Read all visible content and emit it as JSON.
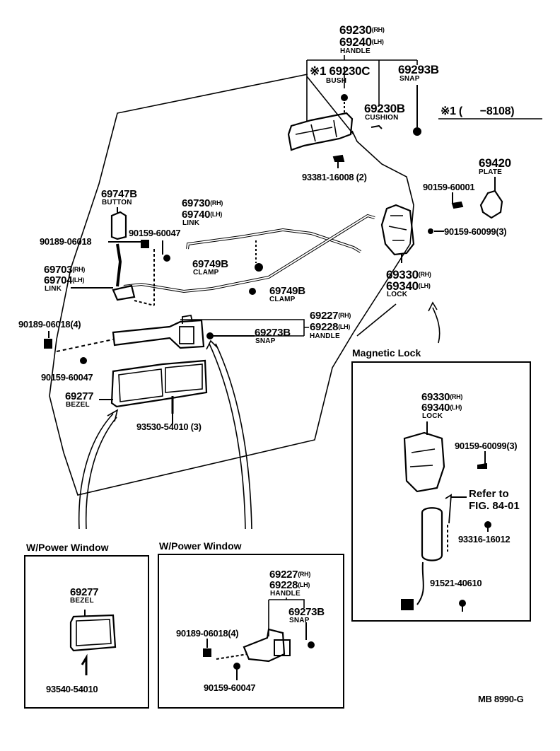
{
  "diagram": {
    "code": "MB 8990-G",
    "note": {
      "mark": "※1",
      "range": "(      −8108)"
    },
    "parts": {
      "outer_handle": {
        "rh": "69230",
        "lh": "69240",
        "sfx_rh": "(RH)",
        "sfx_lh": "(LH)",
        "name": "HANDLE"
      },
      "bush": {
        "number": "※1 69230C",
        "name": "BUSH"
      },
      "cushion": {
        "number": "69230B",
        "name": "CUSHION"
      },
      "snap_top": {
        "number": "69293B",
        "name": "SNAP"
      },
      "screw_handle": {
        "number": "93381-16008 (2)"
      },
      "plate": {
        "number": "69420",
        "name": "PLATE"
      },
      "screw_plate": {
        "number": "90159-60001"
      },
      "screw_lock": {
        "number": "90159-60099(3)"
      },
      "lock": {
        "rh": "69330",
        "lh": "69340",
        "sfx_rh": "(RH)",
        "sfx_lh": "(LH)",
        "name": "LOCK"
      },
      "button": {
        "number": "69747B",
        "name": "BUTTON"
      },
      "link_upper": {
        "rh": "69730",
        "lh": "69740",
        "sfx_rh": "(RH)",
        "sfx_lh": "(LH)",
        "name": "LINK"
      },
      "clip_button": {
        "number": "90189-06018"
      },
      "screw_button": {
        "number": "90159-60047"
      },
      "clamp_1": {
        "number": "69749B",
        "name": "CLAMP"
      },
      "clamp_2": {
        "number": "69749B",
        "name": "CLAMP"
      },
      "link_lower": {
        "rh": "69703",
        "lh": "69704",
        "sfx_rh": "(RH)",
        "sfx_lh": "(LH)",
        "name": "LINK"
      },
      "clip_handle": {
        "number": "90189-06018(4)"
      },
      "inner_handle": {
        "rh": "69227",
        "lh": "69228",
        "sfx_rh": "(RH)",
        "sfx_lh": "(LH)",
        "name": "HANDLE"
      },
      "snap_inner": {
        "number": "69273B",
        "name": "SNAP"
      },
      "screw_inner": {
        "number": "90159-60047"
      },
      "bezel": {
        "number": "69277",
        "name": "BEZEL"
      },
      "screw_bezel": {
        "number": "93530-54010 (3)"
      }
    },
    "inset_magnetic": {
      "title": "Magnetic Lock",
      "lock": {
        "rh": "69330",
        "lh": "69340",
        "sfx_rh": "(RH)",
        "sfx_lh": "(LH)",
        "name": "LOCK"
      },
      "screw": {
        "number": "90159-60099(3)"
      },
      "refer": {
        "line1": "Refer to",
        "line2": "FIG. 84-01"
      },
      "screw2": {
        "number": "93316-16012"
      },
      "screw3": {
        "number": "91521-40610"
      }
    },
    "inset_pw1": {
      "title": "W/Power Window",
      "bezel": {
        "number": "69277",
        "name": "BEZEL"
      },
      "screw": {
        "number": "93540-54010"
      }
    },
    "inset_pw2": {
      "title": "W/Power Window",
      "handle": {
        "rh": "69227",
        "lh": "69228",
        "sfx_rh": "(RH)",
        "sfx_lh": "(LH)",
        "name": "HANDLE"
      },
      "snap": {
        "number": "69273B",
        "name": "SNAP"
      },
      "clip": {
        "number": "90189-06018(4)"
      },
      "screw": {
        "number": "90159-60047"
      }
    }
  }
}
